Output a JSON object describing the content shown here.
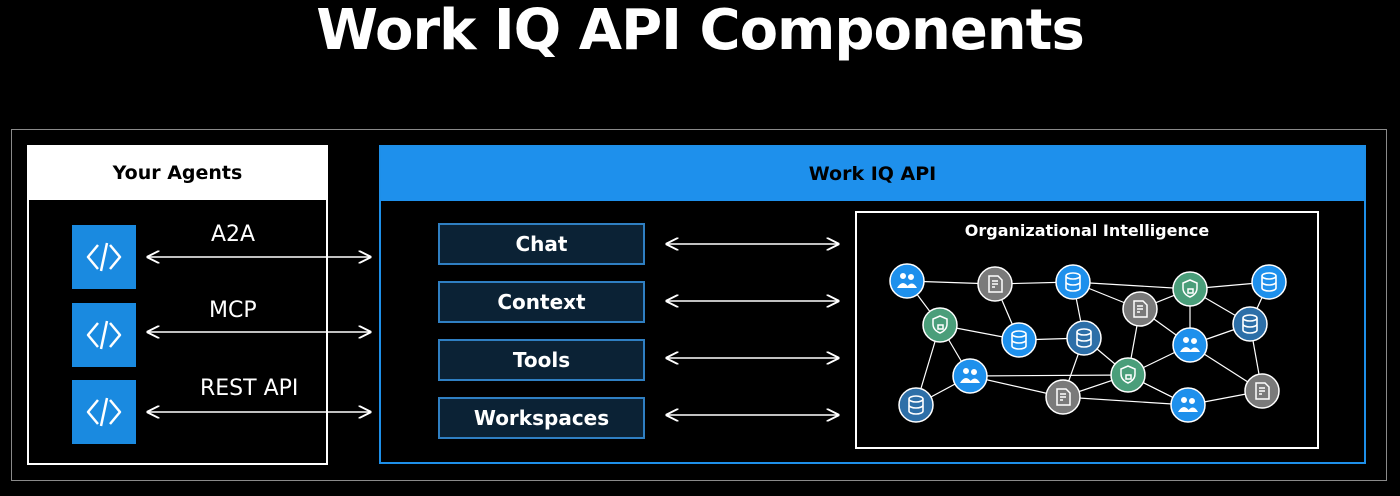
{
  "title": "Work IQ API Components",
  "agents": {
    "header": "Your Agents",
    "protocols": [
      "A2A",
      "MCP",
      "REST API"
    ],
    "icon": "code-icon"
  },
  "workiq": {
    "header": "Work IQ API",
    "components": [
      "Chat",
      "Context",
      "Tools",
      "Workspaces"
    ]
  },
  "org": {
    "title": "Organizational Intelligence",
    "node_icons": [
      "people-icon",
      "database-icon",
      "document-lock-icon",
      "shield-lock-icon",
      "people-star-icon"
    ]
  },
  "colors": {
    "blue": "#1e90ec",
    "dark_blue_node": "#2d6fa8",
    "gray_node": "#7a7a7a",
    "green_node": "#4a9e7a"
  }
}
